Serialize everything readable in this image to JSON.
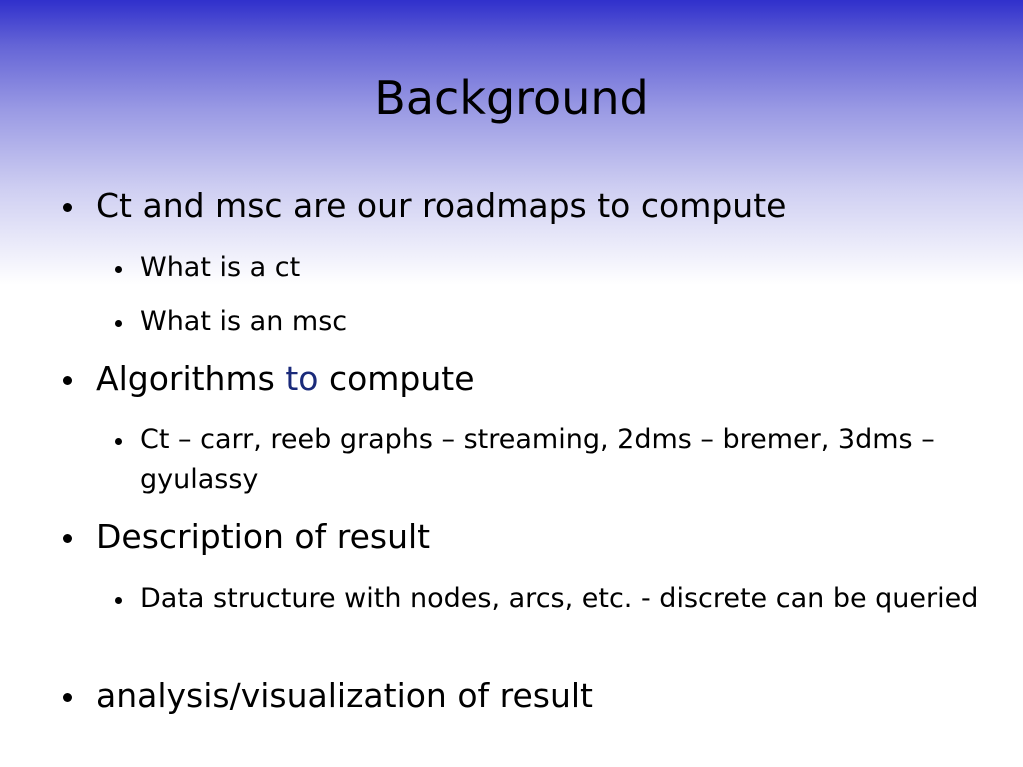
{
  "slide": {
    "title": "Background",
    "bullets": [
      {
        "text": "Ct and msc are our roadmaps to compute",
        "sub": [
          "What is a ct",
          "What is an msc"
        ]
      },
      {
        "text_before": "Algorithms ",
        "text_accent": "to",
        "text_after": " compute",
        "sub": [
          "Ct – carr, reeb graphs – streaming, 2dms – bremer, 3dms – gyulassy"
        ]
      },
      {
        "text": "Description of result",
        "sub": [
          "Data structure with nodes, arcs, etc. - discrete can be queried"
        ]
      },
      {
        "text": "analysis/visualization of result",
        "sub": []
      }
    ]
  },
  "colors": {
    "header_gradient_top": "#3030cc",
    "accent_text": "#1a2a7a"
  }
}
